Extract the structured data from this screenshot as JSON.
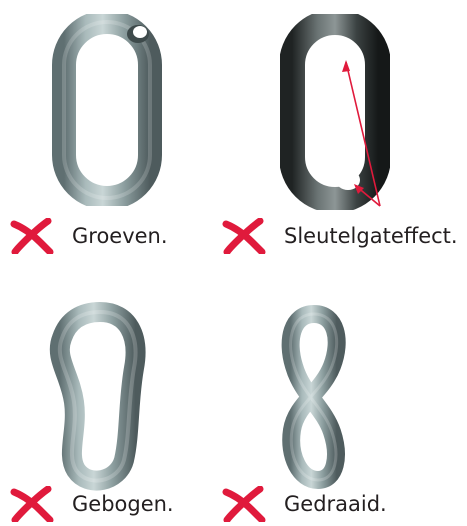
{
  "items": [
    {
      "id": "grooves",
      "label": "Groeven.",
      "icon": "red-cross-icon"
    },
    {
      "id": "keyhole",
      "label": "Sleutelgateffect.",
      "icon": "red-cross-icon"
    },
    {
      "id": "bent",
      "label": "Gebogen.",
      "icon": "red-cross-icon"
    },
    {
      "id": "twisted",
      "label": "Gedraaid.",
      "icon": "red-cross-icon"
    }
  ],
  "colors": {
    "cross": "#e01a3c",
    "link": "#8fa3a5",
    "link_dark": "#3a3f40",
    "arrow": "#e01a3c",
    "text": "#231f20"
  }
}
